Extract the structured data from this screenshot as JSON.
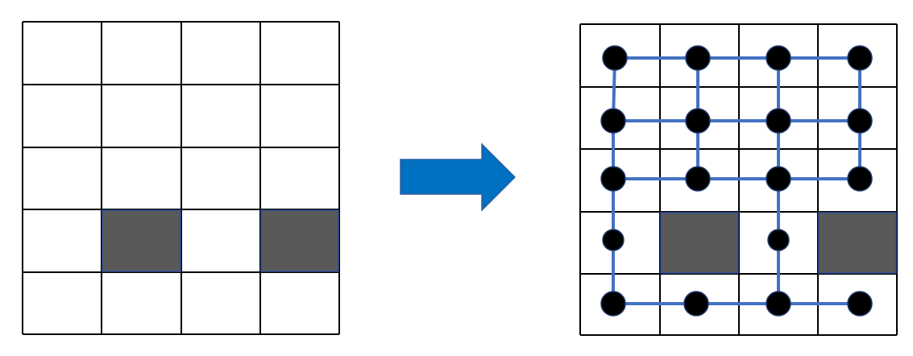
{
  "colors": {
    "grid_line": "#000000",
    "obstacle_fill": "#595959",
    "obstacle_border": "#2f4f9f",
    "edge": "#4472c4",
    "node": "#000000",
    "node_border": "#1f3a6e",
    "arrow_fill": "#0070c0",
    "arrow_border": "#2e5fa0",
    "background": "#ffffff"
  },
  "grid": {
    "rows": 5,
    "cols": 4,
    "obstacles": [
      [
        3,
        1
      ],
      [
        3,
        3
      ]
    ]
  },
  "graph": {
    "nodes": [
      {
        "id": "n0_0",
        "row": 0,
        "col": 0
      },
      {
        "id": "n0_1",
        "row": 0,
        "col": 1
      },
      {
        "id": "n0_2",
        "row": 0,
        "col": 2
      },
      {
        "id": "n0_3",
        "row": 0,
        "col": 3
      },
      {
        "id": "n1_0",
        "row": 1,
        "col": 0
      },
      {
        "id": "n1_1",
        "row": 1,
        "col": 1
      },
      {
        "id": "n1_2",
        "row": 1,
        "col": 2
      },
      {
        "id": "n1_3",
        "row": 1,
        "col": 3
      },
      {
        "id": "n2_0",
        "row": 2,
        "col": 0
      },
      {
        "id": "n2_1",
        "row": 2,
        "col": 1
      },
      {
        "id": "n2_2",
        "row": 2,
        "col": 2
      },
      {
        "id": "n2_3",
        "row": 2,
        "col": 3
      },
      {
        "id": "n3_0",
        "row": 3,
        "col": 0
      },
      {
        "id": "n3_2",
        "row": 3,
        "col": 2
      },
      {
        "id": "n4_0",
        "row": 4,
        "col": 0
      },
      {
        "id": "n4_1",
        "row": 4,
        "col": 1
      },
      {
        "id": "n4_2",
        "row": 4,
        "col": 2
      },
      {
        "id": "n4_3",
        "row": 4,
        "col": 3
      }
    ],
    "edges": [
      [
        "n0_0",
        "n0_1"
      ],
      [
        "n0_1",
        "n0_2"
      ],
      [
        "n0_2",
        "n0_3"
      ],
      [
        "n1_0",
        "n1_1"
      ],
      [
        "n1_1",
        "n1_2"
      ],
      [
        "n1_2",
        "n1_3"
      ],
      [
        "n2_0",
        "n2_1"
      ],
      [
        "n2_1",
        "n2_2"
      ],
      [
        "n2_2",
        "n2_3"
      ],
      [
        "n4_0",
        "n4_1"
      ],
      [
        "n4_1",
        "n4_2"
      ],
      [
        "n4_2",
        "n4_3"
      ],
      [
        "n0_0",
        "n1_0"
      ],
      [
        "n1_0",
        "n2_0"
      ],
      [
        "n2_0",
        "n3_0"
      ],
      [
        "n3_0",
        "n4_0"
      ],
      [
        "n0_1",
        "n1_1"
      ],
      [
        "n1_1",
        "n2_1"
      ],
      [
        "n0_2",
        "n1_2"
      ],
      [
        "n1_2",
        "n2_2"
      ],
      [
        "n2_2",
        "n3_2"
      ],
      [
        "n3_2",
        "n4_2"
      ],
      [
        "n0_3",
        "n1_3"
      ],
      [
        "n1_3",
        "n2_3"
      ]
    ]
  },
  "arrow": {
    "icon": "right-arrow-icon",
    "direction": "right"
  }
}
